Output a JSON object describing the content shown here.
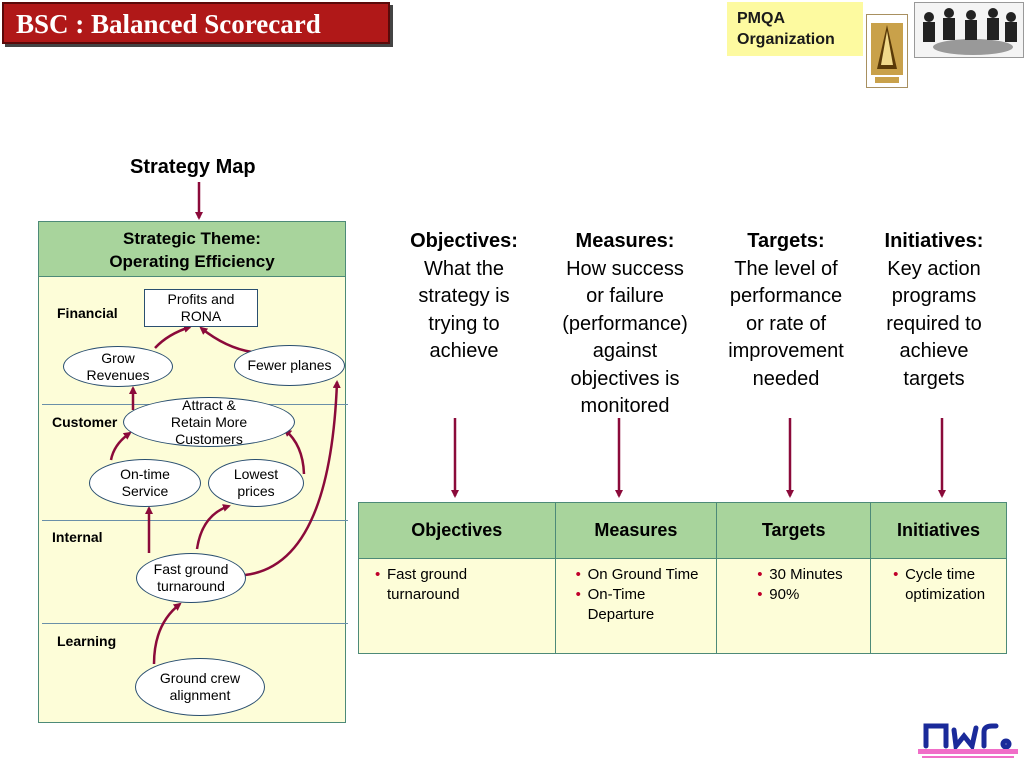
{
  "title": "BSC : Balanced Scorecard",
  "pmqa": {
    "text": "PMQA\nOrganization"
  },
  "strategy_map_label": "Strategy Map",
  "panel": {
    "header": "Strategic Theme:\nOperating Efficiency",
    "perspectives": {
      "financial": "Financial",
      "customer": "Customer",
      "internal": "Internal",
      "learning": "Learning"
    }
  },
  "nodes": {
    "profits": "Profits and\nRONA",
    "grow": "Grow\nRevenues",
    "fewer": "Fewer planes",
    "attract": "Attract &\nRetain More\nCustomers",
    "ontime": "On-time\nService",
    "lowest": "Lowest\nprices",
    "fast": "Fast ground\nturnaround",
    "ground": "Ground crew\nalignment"
  },
  "columns": [
    {
      "heading": "Objectives:",
      "body": "What the\nstrategy is\ntrying to\nachieve"
    },
    {
      "heading": "Measures:",
      "body": "How success\nor failure\n(performance)\nagainst\nobjectives is\nmonitored"
    },
    {
      "heading": "Targets:",
      "body": "The level of\nperformance\nor rate of\nimprovement\nneeded"
    },
    {
      "heading": "Initiatives:",
      "body": "Key action\nprograms\nrequired to\nachieve\ntargets"
    }
  ],
  "table": {
    "headers": [
      "Objectives",
      "Measures",
      "Targets",
      "Initiatives"
    ],
    "cells": {
      "objectives": [
        "Fast ground\nturnaround"
      ],
      "measures": [
        "On Ground Time",
        "On-Time\nDeparture"
      ],
      "targets": [
        "30 Minutes",
        "90%"
      ],
      "initiatives": [
        "Cycle time\noptimization"
      ]
    }
  },
  "colors": {
    "title_bg": "#b01818",
    "panel_bg": "#fdfdd8",
    "header_green": "#a8d49c",
    "arrow": "#8b0a3a",
    "node_border": "#2a4f70"
  },
  "icons": [
    "pmqa-logo-icon",
    "meeting-people-icon",
    "pwr-logo-icon"
  ]
}
